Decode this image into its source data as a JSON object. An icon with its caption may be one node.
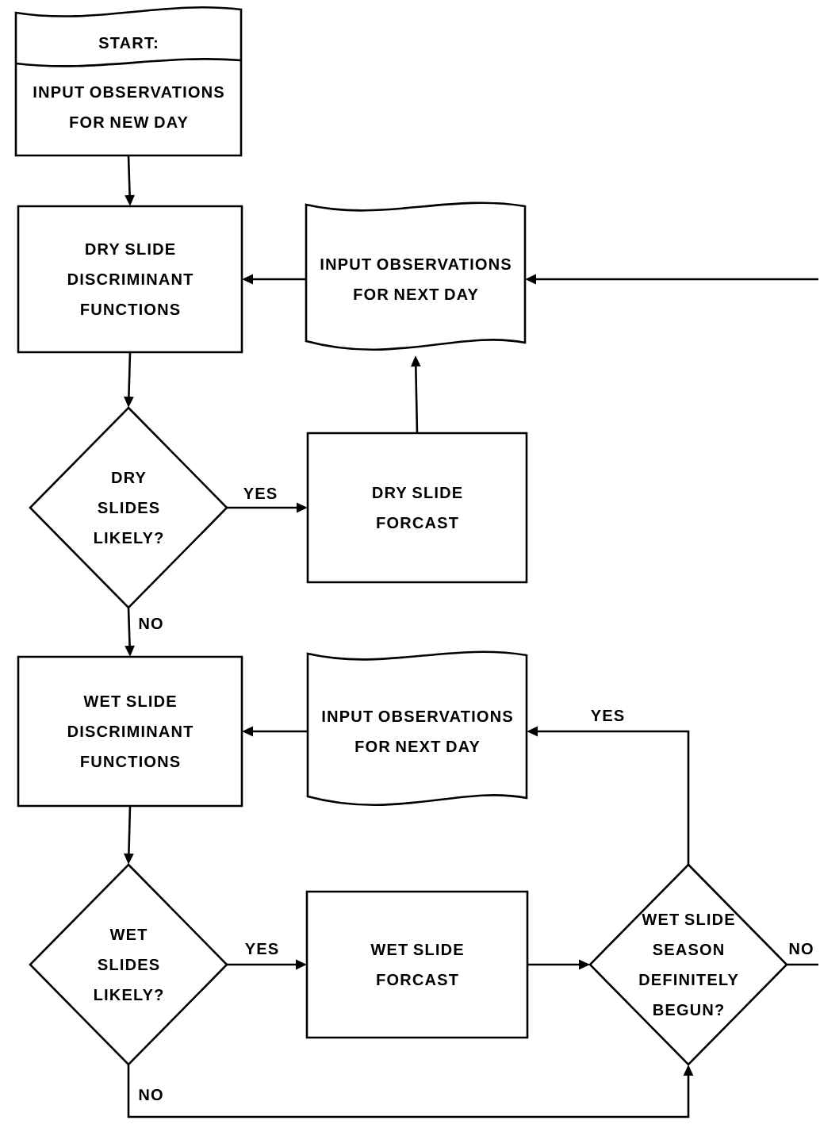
{
  "diagram": {
    "nodes": [
      {
        "text": [
          "START:",
          "INPUT OBSERVATIONS FOR NEW DAY"
        ]
      },
      {
        "text": [
          "DRY SLIDE DISCRIMINANT FUNCTIONS"
        ]
      },
      {
        "text": [
          "INPUT OBSERVATIONS FOR NEXT DAY"
        ]
      },
      {
        "text": [
          "DRY SLIDES LIKELY?"
        ]
      },
      {
        "text": [
          "DRY SLIDE FORCAST"
        ]
      },
      {
        "text": [
          "WET SLIDE DISCRIMINANT FUNCTIONS"
        ]
      },
      {
        "text": [
          "INPUT OBSERVATIONS FOR NEXT DAY"
        ]
      },
      {
        "text": [
          "WET SLIDES LIKELY?"
        ]
      },
      {
        "text": [
          "WET SLIDE FORCAST"
        ]
      },
      {
        "text": [
          "WET SLIDE SEASON DEFINITELY BEGUN?"
        ]
      }
    ],
    "edges": [
      {
        "from": 0,
        "to": 1,
        "arrow": "to"
      },
      {
        "from": 2,
        "to": 1,
        "arrow": "to"
      },
      {
        "from": null,
        "to": 2,
        "arrow": "to"
      },
      {
        "from": 1,
        "to": 3,
        "arrow": "to"
      },
      {
        "from": 3,
        "to": 4,
        "arrow": "to",
        "label": "YES"
      },
      {
        "from": 4,
        "to": 2,
        "arrow": "to"
      },
      {
        "from": 3,
        "to": 5,
        "arrow": "to",
        "label": "NO"
      },
      {
        "from": 6,
        "to": 5,
        "arrow": "to"
      },
      {
        "from": 5,
        "to": 7,
        "arrow": "to"
      },
      {
        "from": 7,
        "to": 8,
        "arrow": "to",
        "label": "YES"
      },
      {
        "from": 8,
        "to": 9,
        "arrow": "to"
      },
      {
        "from": 9,
        "to": 6,
        "arrow": "to",
        "label": "YES"
      },
      {
        "from": 7,
        "to": 9,
        "arrow": "to",
        "label": "NO"
      },
      {
        "from": 9,
        "to": null,
        "arrow": "none",
        "label": "NO"
      }
    ]
  }
}
